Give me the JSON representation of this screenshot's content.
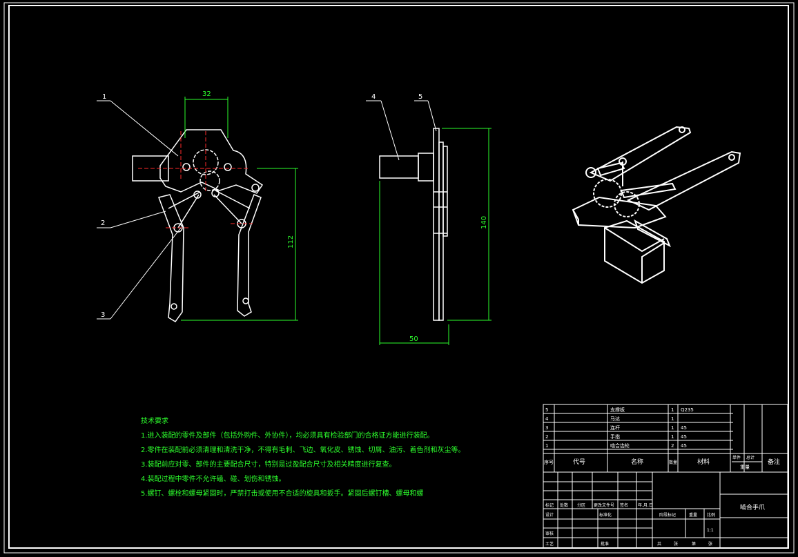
{
  "colors": {
    "background": "#000000",
    "outline": "#ffffff",
    "dimension": "#2dff2d",
    "centerline": "#ff2a2a"
  },
  "balloons": [
    "1",
    "2",
    "3",
    "4",
    "5"
  ],
  "dimensions": {
    "front_width": "32",
    "front_height": "112",
    "side_height": "140",
    "side_width": "50"
  },
  "notes": {
    "title": "技术要求",
    "items": [
      "1.进入装配的零件及部件（包括外购件、外协件），均必须具有检验部门的合格证方能进行装配。",
      "2.零件在装配前必须清理和清洗干净，不得有毛刺、飞边、氧化皮、锈蚀、切屑、油污、着色剂和灰尘等。",
      "3.装配前应对零、部件的主要配合尺寸，特别是过盈配合尺寸及相关精度进行复查。",
      "4.装配过程中零件不允许磕、碰、划伤和锈蚀。",
      "5.螺钉、螺栓和螺母紧固时，严禁打击或使用不合适的旋具和扳手。紧固后螺钉槽、螺母和螺"
    ]
  },
  "bom": {
    "rows": [
      {
        "no": "5",
        "name": "支撑板",
        "qty": "1",
        "material": "Q235"
      },
      {
        "no": "4",
        "name": "马达",
        "qty": "1",
        "material": ""
      },
      {
        "no": "3",
        "name": "连杆",
        "qty": "1",
        "material": "45"
      },
      {
        "no": "2",
        "name": "手指",
        "qty": "1",
        "material": "45"
      },
      {
        "no": "1",
        "name": "啮合齿轮",
        "qty": "2",
        "material": "45"
      }
    ],
    "header": {
      "no": "序号",
      "code": "代号",
      "name": "名称",
      "qty": "数量",
      "material": "材料",
      "single": "单件",
      "total": "总计",
      "weight": "重量",
      "remark": "备注"
    }
  },
  "title_block": {
    "drawing_name": "啮合手爪",
    "revision_row": [
      "标记",
      "处数",
      "分区",
      "更改文件号",
      "签名",
      "年.月.日"
    ],
    "design": "设计",
    "standardization": "标准化",
    "review": "审核",
    "process": "工艺",
    "approve": "批准",
    "stage_mark": "阶段标记",
    "weight": "重量",
    "scale": "比例",
    "scale_value": "1:1",
    "sheet_row": [
      "共",
      "张",
      "第",
      "张"
    ]
  }
}
